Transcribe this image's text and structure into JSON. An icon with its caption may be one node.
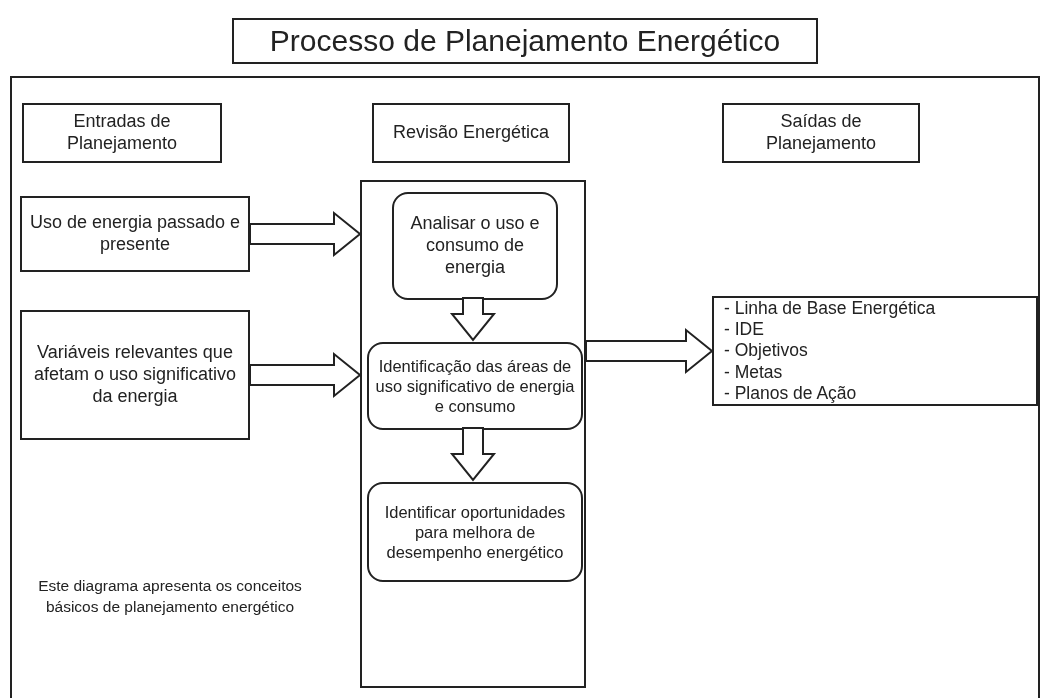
{
  "diagram": {
    "title": "Processo de Planejamento Energético",
    "nodes": [
      {
        "text": [
          "Entradas de Planejamento"
        ]
      },
      {
        "text": [
          "Revisão Energética"
        ]
      },
      {
        "text": [
          "Saídas de Planejamento"
        ]
      },
      {
        "text": [
          "Uso de energia passado e presente"
        ]
      },
      {
        "text": [
          "Variáveis relevantes que afetam o uso significativo da energia"
        ]
      },
      {
        "text": [],
        "shape": "box"
      },
      {
        "text": [
          "Analisar o uso e consumo de energia"
        ],
        "in": 5
      },
      {
        "text": [
          "Identificação das áreas de uso significativo de energia e consumo"
        ],
        "in": 5
      },
      {
        "text": [
          "Identificar oportunidades para melhora de desempenho energético"
        ],
        "in": 5
      },
      {
        "text": [
          "- Linha de Base Energética",
          "- IDE",
          "- Objetivos",
          "- Metas",
          "- Planos de Ação"
        ]
      }
    ],
    "edges": [
      {
        "from": 3,
        "to": 5,
        "arrow": "to"
      },
      {
        "from": 4,
        "to": 5,
        "arrow": "to"
      },
      {
        "from": 6,
        "to": 7,
        "arrow": "to"
      },
      {
        "from": 7,
        "to": 8,
        "arrow": "to"
      },
      {
        "from": 5,
        "to": 9,
        "arrow": "to"
      }
    ],
    "labels": [
      "Este diagrama apresenta os conceitos básicos de planejamento energético"
    ]
  }
}
